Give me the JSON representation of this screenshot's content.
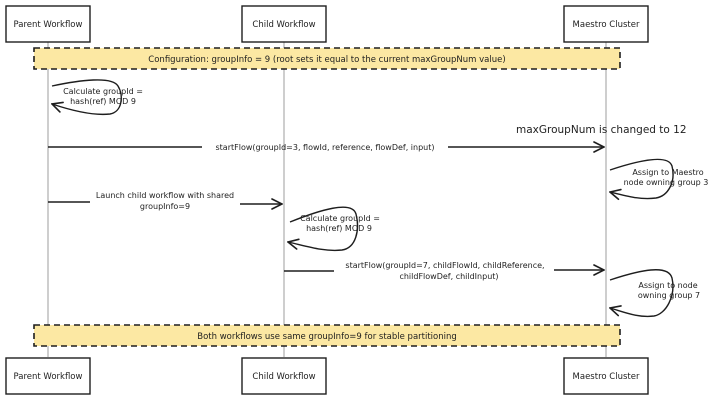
{
  "participants": [
    {
      "id": "parent",
      "label": "Parent Workflow"
    },
    {
      "id": "child",
      "label": "Child Workflow"
    },
    {
      "id": "cluster",
      "label": "Maestro Cluster"
    }
  ],
  "notes": {
    "config": "Configuration: groupInfo = 9 (root sets it equal to the current maxGroupNum value)",
    "summary": "Both workflows use same groupInfo=9 for stable partitioning"
  },
  "annotations": {
    "max_group_change": "maxGroupNum is changed to 12"
  },
  "messages": {
    "parent_self": [
      "Calculate groupId =",
      "hash(ref) MOD 9"
    ],
    "parent_start_flow": "startFlow(groupId=3, flowId, reference, flowDef, input)",
    "launch_child": [
      "Launch child workflow with shared",
      "groupInfo=9"
    ],
    "child_self": [
      "Calculate groupId =",
      "hash(ref) MOD 9"
    ],
    "child_start_flow": [
      "startFlow(groupId=7, childFlowId, childReference,",
      "childFlowDef, childInput)"
    ],
    "cluster_assign_3": [
      "Assign to Maestro",
      "node owning group 3"
    ],
    "cluster_assign_7": [
      "Assign to node",
      "owning group 7"
    ]
  },
  "colors": {
    "note_fill": "#fce8a3",
    "stroke": "#1e1e1e",
    "lifeline": "#9e9e9e"
  }
}
